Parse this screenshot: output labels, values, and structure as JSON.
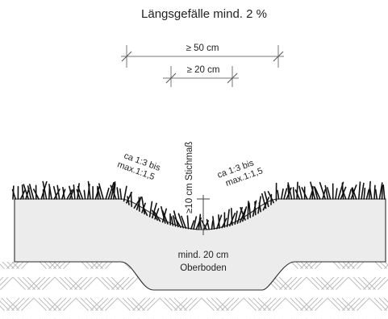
{
  "title": "Längsgefälle mind. 2 %",
  "dimensions": {
    "outer_width": "≥ 50 cm",
    "inner_width": "≥ 20 cm",
    "depth": "≥10 cm Stichmaß"
  },
  "slopes": {
    "left": {
      "line1": "ca 1:3 bis",
      "line2": "max.1:1,5"
    },
    "right": {
      "line1": "ca 1:3 bis",
      "line2": "max.1:1,5"
    }
  },
  "topsoil": {
    "line1": "mind. 20 cm",
    "line2": "Oberboden"
  },
  "colors": {
    "topsoil_fill": "#ececec",
    "line": "#2b2b2b",
    "grass": "#111111",
    "subsoil_hatch": "#bdbdbd"
  }
}
